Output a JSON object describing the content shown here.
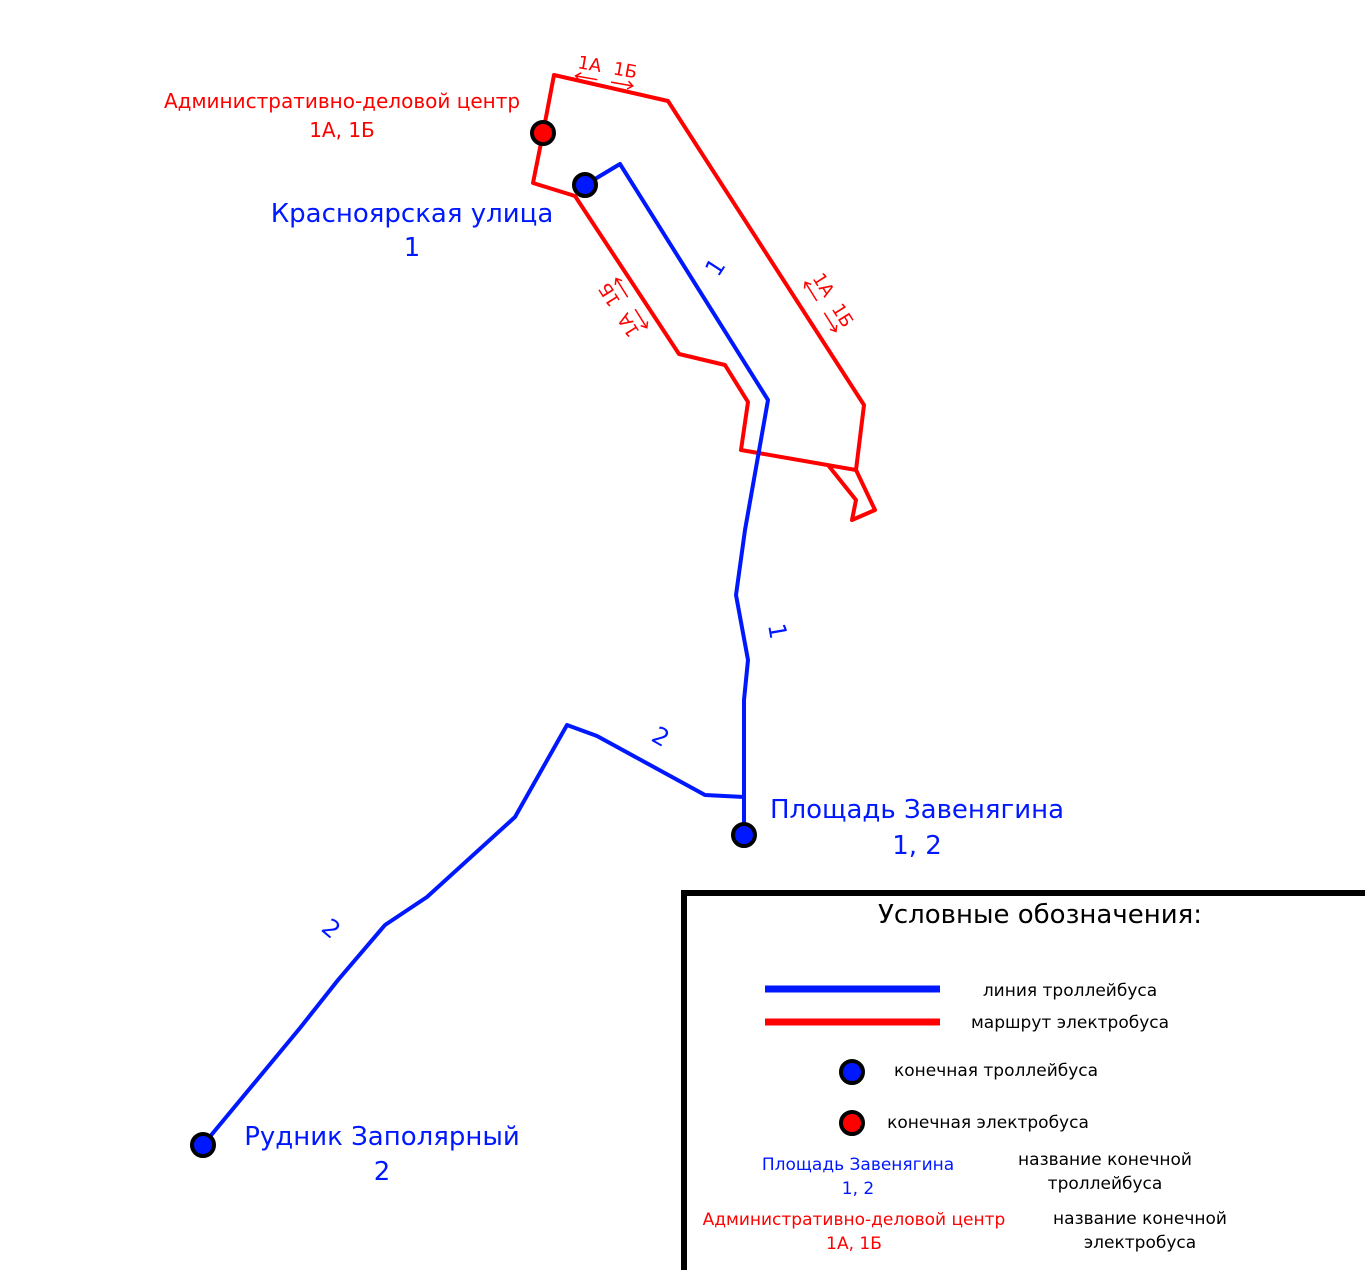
{
  "colors": {
    "trolleybus": "#0018ff",
    "electrobus": "#ff0000",
    "stop_outline": "#000000"
  },
  "terminals": {
    "admin_center": {
      "name": "Административно-деловой центр",
      "routes": "1А, 1Б"
    },
    "krasnoyarskaya": {
      "name": "Красноярская улица",
      "routes": "1"
    },
    "zavenyagina": {
      "name": "Площадь Завенягина",
      "routes": "1, 2"
    },
    "rudnik": {
      "name": "Рудник Заполярный",
      "routes": "2"
    }
  },
  "route_labels": {
    "line_1": "1",
    "line_2": "2",
    "route_1a": "1А",
    "route_1b": "1Б"
  },
  "legend": {
    "title": "Условные обозначения:",
    "trolleybus_line": "линия троллейбуса",
    "electrobus_route": "маршрут электробуса",
    "trolleybus_terminal": "конечная троллейбуса",
    "electrobus_terminal": "конечная электробуса",
    "sample_trolley_name": "Площадь Завенягина",
    "sample_trolley_routes": "1, 2",
    "trolley_name_desc_1": "название конечной",
    "trolley_name_desc_2": "троллейбуса",
    "sample_electro_name": "Административно-деловой центр",
    "sample_electro_routes": "1А, 1Б",
    "electro_name_desc_1": "название конечной",
    "electro_name_desc_2": "электробуса"
  }
}
